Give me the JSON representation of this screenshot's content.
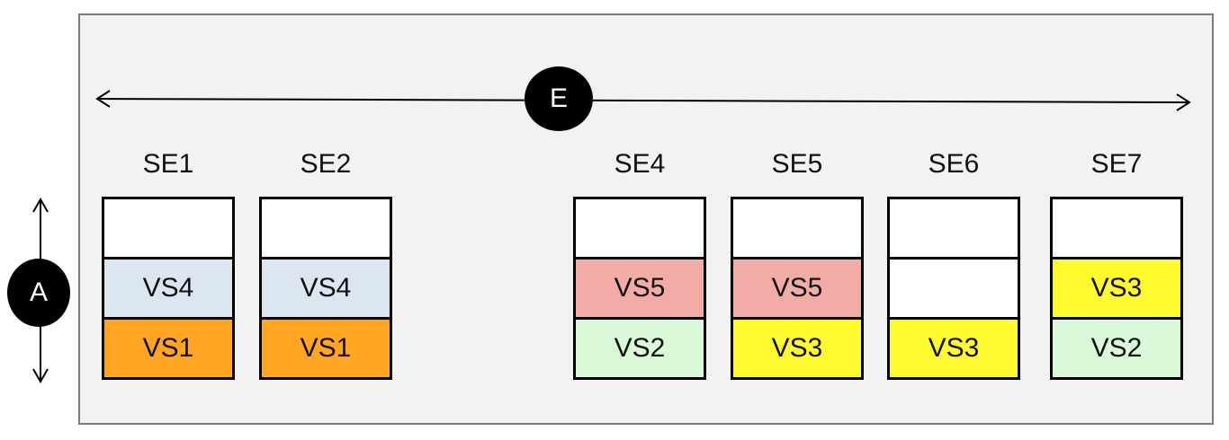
{
  "legend_colors": {
    "VS1": "#ffa522",
    "VS2": "#d9f9d9",
    "VS3": "#fffb2e",
    "VS4": "#dbe6f1",
    "VS5": "#f2aca5",
    "empty": "#ffffff"
  },
  "markers": {
    "horizontal": "E",
    "vertical": "A"
  },
  "columns": [
    {
      "label": "SE1",
      "cells": [
        "",
        "VS4",
        "VS1"
      ]
    },
    {
      "label": "SE2",
      "cells": [
        "",
        "VS4",
        "VS1"
      ]
    },
    {
      "label": "SE4",
      "cells": [
        "",
        "VS5",
        "VS2"
      ]
    },
    {
      "label": "SE5",
      "cells": [
        "",
        "VS5",
        "VS3"
      ]
    },
    {
      "label": "SE6",
      "cells": [
        "",
        "",
        "VS3"
      ]
    },
    {
      "label": "SE7",
      "cells": [
        "",
        "VS3",
        "VS2"
      ]
    }
  ]
}
